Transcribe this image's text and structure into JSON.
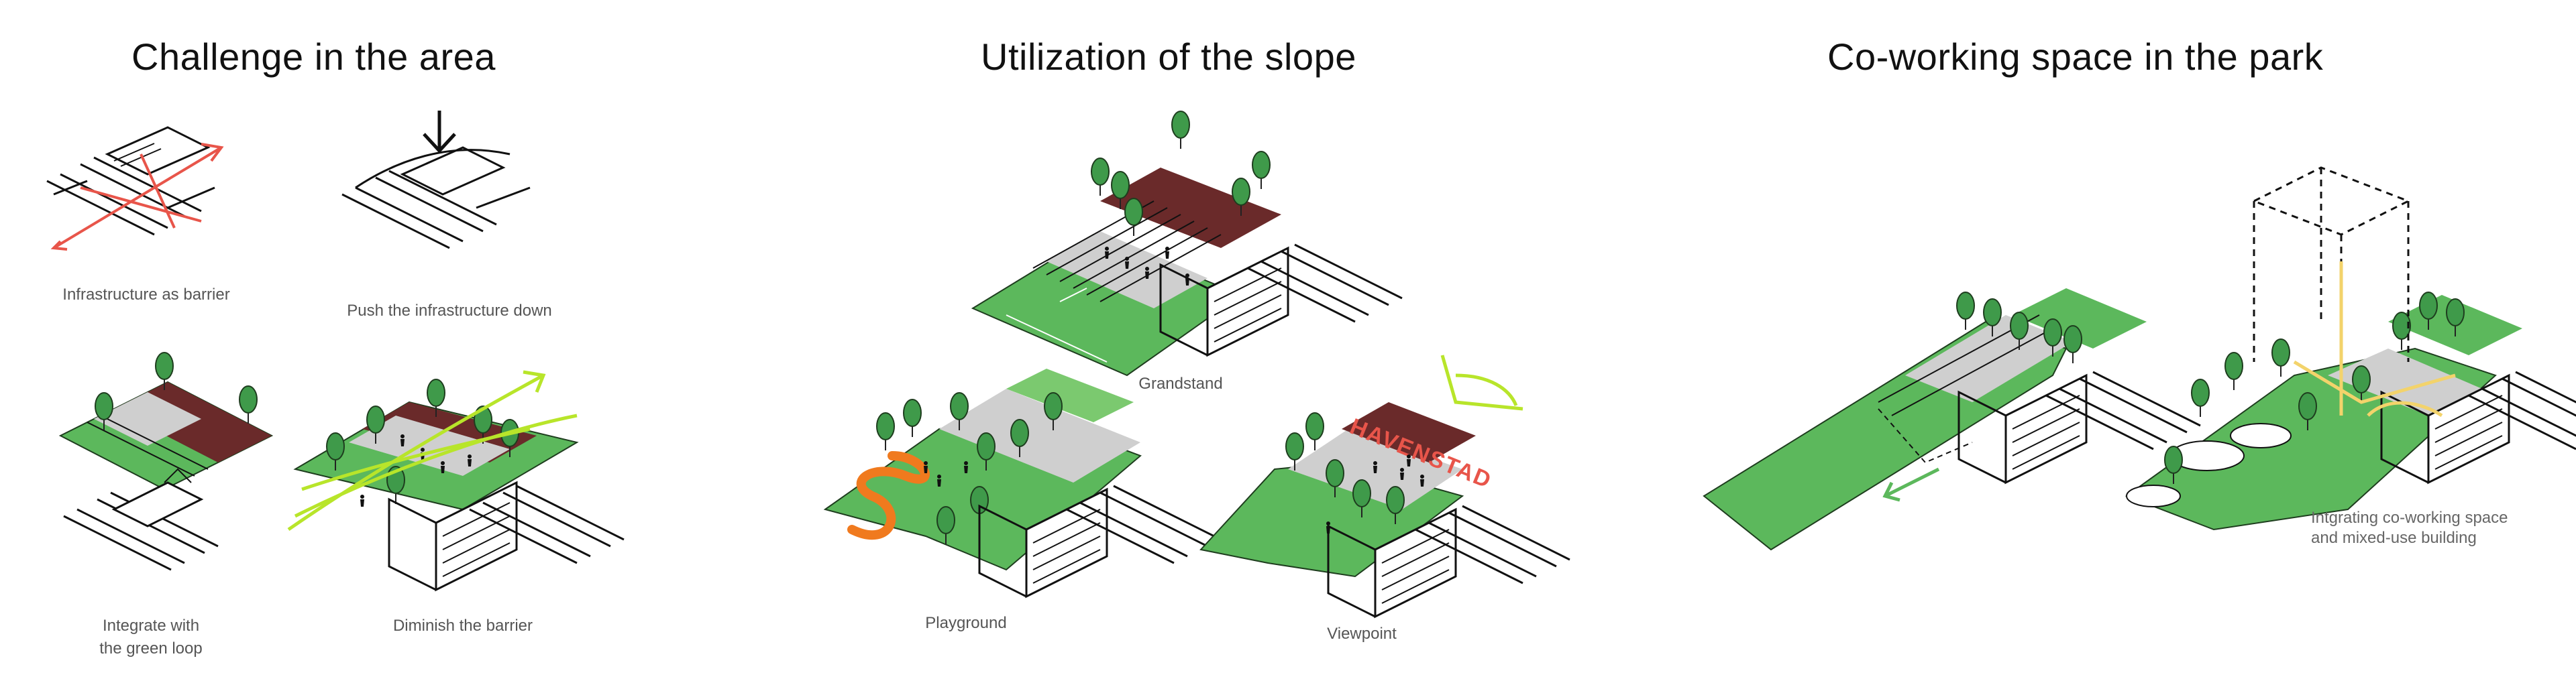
{
  "sections": {
    "challenge": {
      "title": "Challenge in the area"
    },
    "slope": {
      "title": "Utilization of the slope"
    },
    "coworking": {
      "title": "Co-working space in the park"
    }
  },
  "captions": {
    "barrier": "Infrastructure as barrier",
    "push_down": "Push the infrastructure down",
    "integrate_line1": "Integrate with",
    "integrate_line2": "the green loop",
    "diminish": "Diminish the barrier",
    "grandstand": "Grandstand",
    "playground": "Playground",
    "viewpoint": "Viewpoint",
    "coworking_line1": "Intgrating co-working space",
    "coworking_line2": "and mixed-use building"
  },
  "graffiti": "HAVENSTAD",
  "colors": {
    "green": "#5cb85c",
    "light_green": "#7bc96f",
    "tree": "#3f9a4a",
    "brown": "#6a2a2a",
    "road": "#cfcfcf",
    "red_marks": "#e8554a",
    "lime": "#b8e52a",
    "orange": "#f07a1e",
    "yellow": "#f3d36b"
  },
  "icons": [
    "down-arrow-icon",
    "cross-icon",
    "flow-arrow-icon",
    "view-angle-icon"
  ]
}
